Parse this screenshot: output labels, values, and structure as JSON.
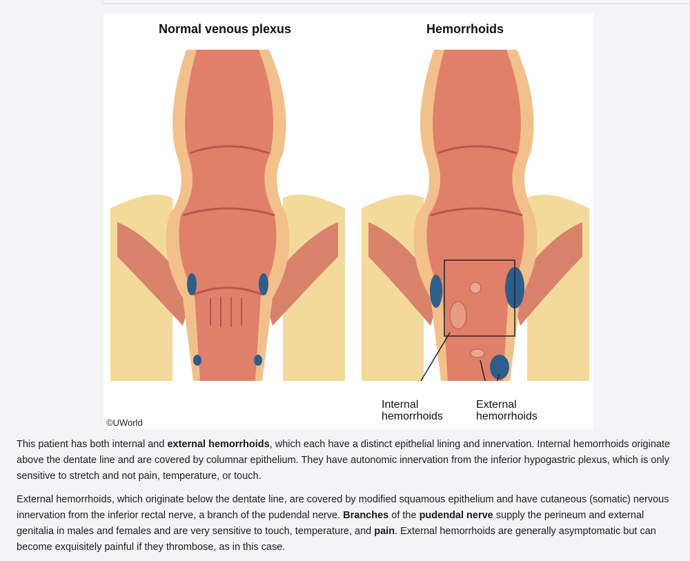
{
  "figure": {
    "title_left": "Normal venous plexus",
    "title_right": "Hemorrhoids",
    "copyright": "©UWorld",
    "label_internal_line1": "Internal",
    "label_internal_line2": "hemorrhoids",
    "label_external_line1": "External",
    "label_external_line2": "hemorrhoids"
  },
  "explanation": {
    "p1_a": "This patient has both internal and ",
    "p1_b": "external hemorrhoids",
    "p1_c": ", which each have a distinct epithelial lining and innervation.  Internal hemorrhoids originate above the dentate line and are covered by columnar epithelium.  They have autonomic innervation from the inferior hypogastric plexus, which is only sensitive to stretch and not pain, temperature, or touch.",
    "p2_a": "External hemorrhoids, which originate below the dentate line, are covered by modified squamous epithelium and have cutaneous (somatic) nervous innervation from the inferior rectal nerve, a branch of the pudendal nerve.  ",
    "p2_b": "Branches",
    "p2_c": " of the ",
    "p2_d": "pudendal nerve",
    "p2_e": " supply the perineum and external genitalia in males and females and are very sensitive to touch, temperature, and ",
    "p2_f": "pain",
    "p2_g": ".  External hemorrhoids are generally asymptomatic but can become exquisitely painful if they thrombose, as in this case."
  },
  "colors": {
    "tissue": "#e0806a",
    "tissue_dark": "#c9604c",
    "fat": "#f4dda0",
    "venous": "#2f5d8a"
  }
}
